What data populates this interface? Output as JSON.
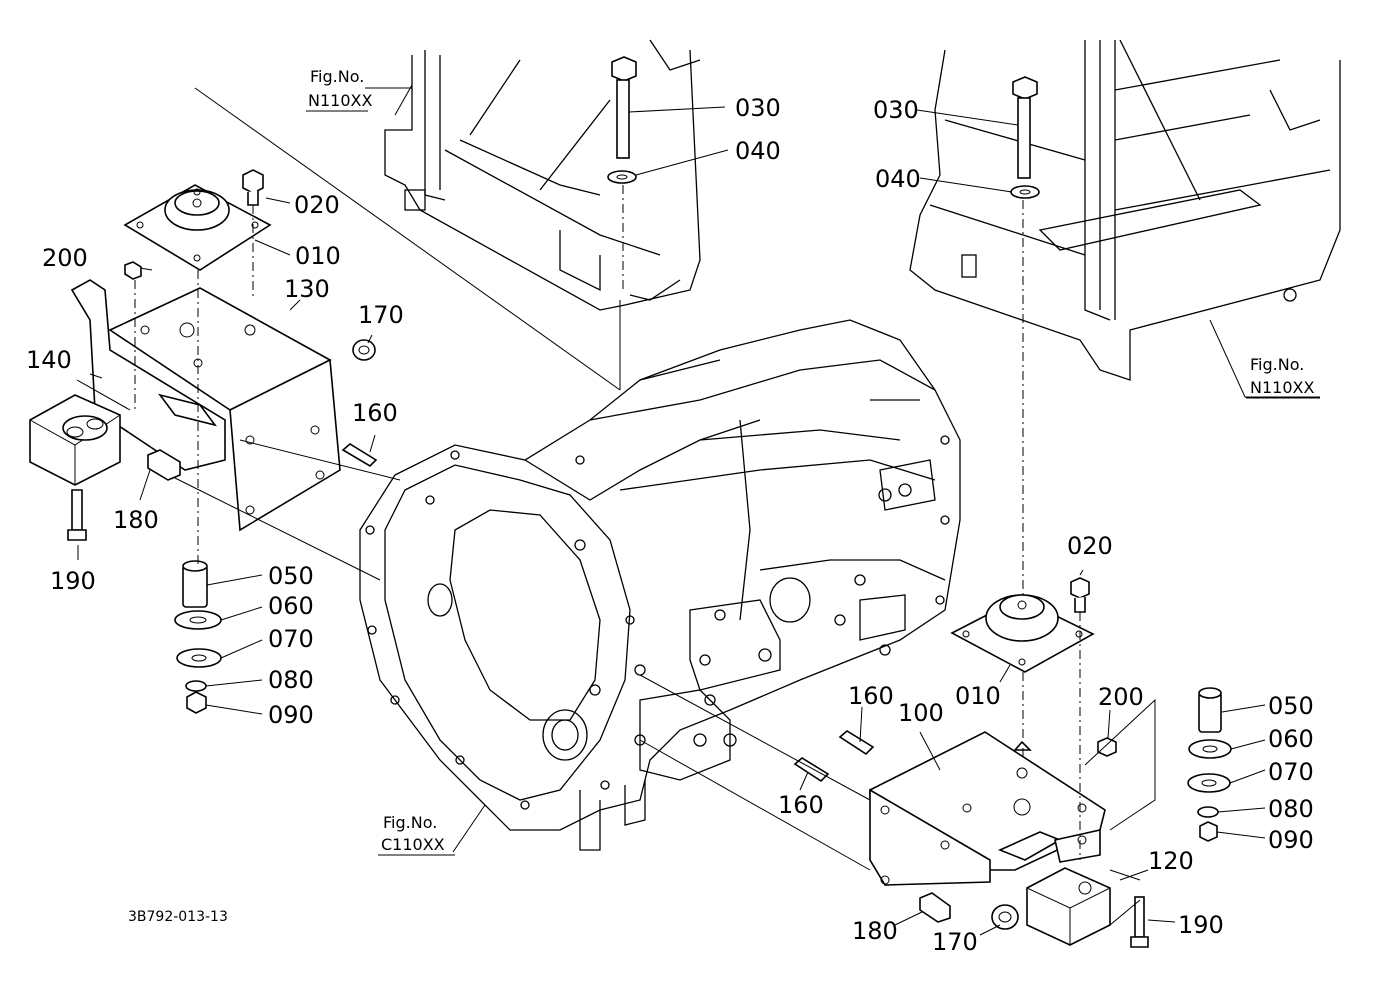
{
  "part_labels": {
    "p010_left": "010",
    "p020_left": "020",
    "p030_left": "030",
    "p040_left": "040",
    "p050_left": "050",
    "p060_left": "060",
    "p070_left": "070",
    "p080_left": "080",
    "p090_left": "090",
    "p130": "130",
    "p140": "140",
    "p160_left": "160",
    "p170_left": "170",
    "p180_left": "180",
    "p190_left": "190",
    "p200_left": "200",
    "p010_right": "010",
    "p020_right": "020",
    "p030_right": "030",
    "p040_right": "040",
    "p050_right": "050",
    "p060_right": "060",
    "p070_right": "070",
    "p080_right": "080",
    "p090_right": "090",
    "p100": "100",
    "p120": "120",
    "p160_right_a": "160",
    "p160_right_b": "160",
    "p170_right": "170",
    "p180_right": "180",
    "p190_right": "190",
    "p200_right": "200"
  },
  "figure_refs": {
    "top_left": {
      "label": "Fig.No.",
      "number": "N110XX"
    },
    "right": {
      "label": "Fig.No.",
      "number": "N110XX"
    },
    "bottom": {
      "label": "Fig.No.",
      "number": "C110XX"
    }
  },
  "drawing_code": "3B792-013-13"
}
